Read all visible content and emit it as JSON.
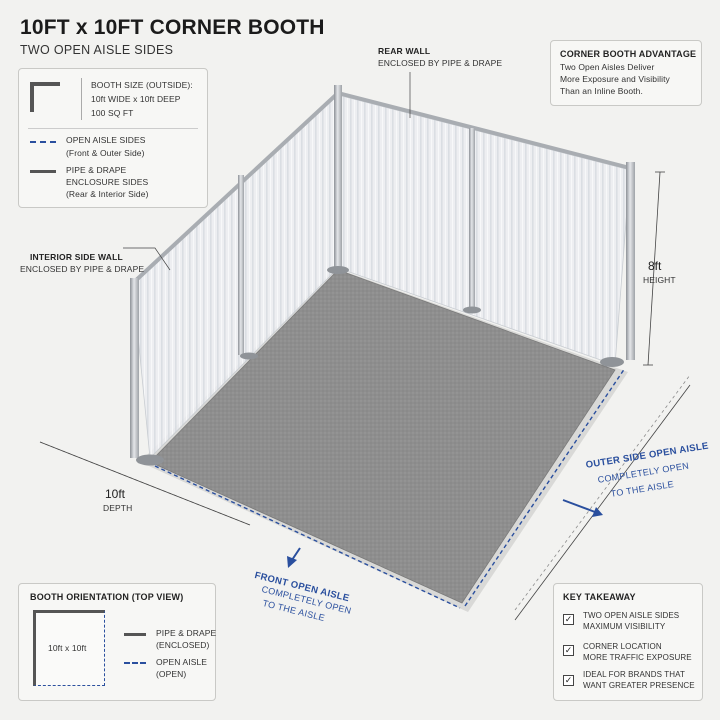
{
  "header": {
    "title": "10FT x 10FT CORNER BOOTH",
    "subtitle": "TWO OPEN AISLE SIDES"
  },
  "legend": {
    "size_label": "BOOTH SIZE (OUTSIDE):",
    "size_dims": "10ft WIDE x 10ft DEEP",
    "size_area": "100 SQ FT",
    "open_label": "OPEN AISLE SIDES",
    "open_sub": "(Front & Outer Side)",
    "pipe_label_1": "PIPE & DRAPE",
    "pipe_label_2": "ENCLOSURE SIDES",
    "pipe_sub": "(Rear & Interior Side)"
  },
  "advantage": {
    "title": "CORNER BOOTH ADVANTAGE",
    "line1": "Two Open Aisles Deliver",
    "line2": "More Exposure and Visibility",
    "line3": "Than an Inline Booth."
  },
  "callouts": {
    "rear_title": "REAR WALL",
    "rear_sub": "ENCLOSED BY PIPE & DRAPE",
    "interior_title": "INTERIOR SIDE WALL",
    "interior_sub": "ENCLOSED BY PIPE & DRAPE",
    "height_value": "8ft",
    "height_label": "HEIGHT",
    "depth_value": "10ft",
    "depth_label": "DEPTH",
    "outer_title": "OUTER SIDE OPEN AISLE",
    "outer_sub1": "COMPLETELY OPEN",
    "outer_sub2": "TO THE AISLE",
    "front_title": "FRONT OPEN AISLE",
    "front_sub1": "COMPLETELY OPEN",
    "front_sub2": "TO THE AISLE"
  },
  "orientation": {
    "title": "BOOTH ORIENTATION (TOP VIEW)",
    "inner_label": "10ft x 10ft",
    "pipe_1": "PIPE & DRAPE",
    "pipe_2": "(ENCLOSED)",
    "open_1": "OPEN AISLE",
    "open_2": "(OPEN)"
  },
  "takeaway": {
    "title": "KEY TAKEAWAY",
    "items": [
      {
        "check": "✓",
        "line1": "TWO OPEN AISLE SIDES",
        "line2": "MAXIMUM VISIBILITY"
      },
      {
        "check": "✓",
        "line1": "CORNER LOCATION",
        "line2": "MORE TRAFFIC EXPOSURE"
      },
      {
        "check": "✓",
        "line1": "IDEAL FOR BRANDS THAT",
        "line2": "WANT GREATER PRESENCE"
      }
    ]
  },
  "colors": {
    "accent_blue": "#2a4f9e",
    "carpet": "#8f8f8f",
    "pipe": "#b9bcc0",
    "drape": "#e9ebee"
  }
}
